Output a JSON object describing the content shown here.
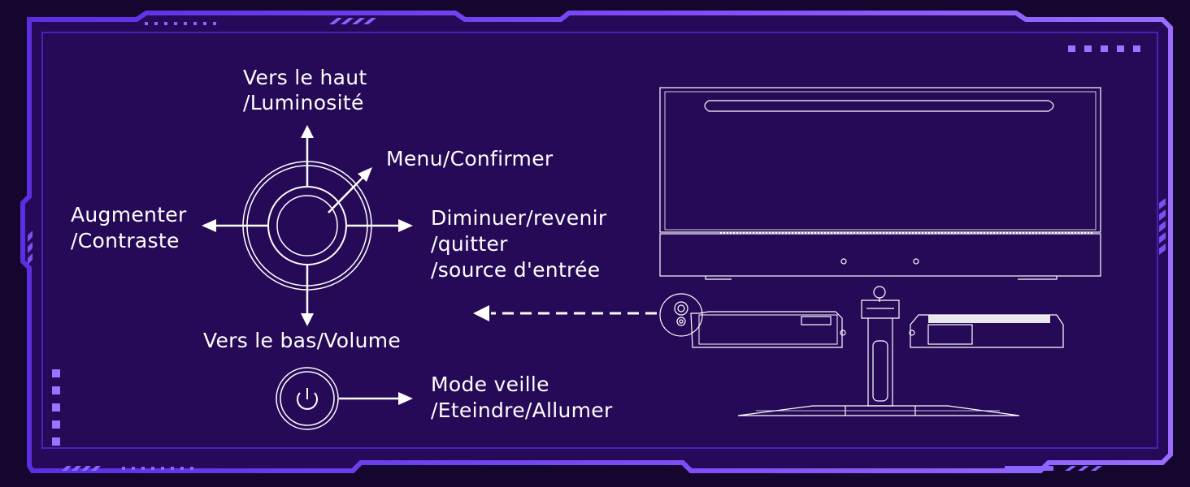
{
  "colors": {
    "background": "#14062e",
    "panel": "#2a0a5c",
    "frame": "#6a3cf0",
    "frame_glow": "#9a6cff",
    "line": "#ffffff"
  },
  "labels": {
    "up_line1": "Vers le haut",
    "up_line2": "/Luminosité",
    "menu": "Menu/Confirmer",
    "left_line1": "Augmenter",
    "left_line2": "/Contraste",
    "right_line1": "Diminuer/revenir",
    "right_line2": "/quitter",
    "right_line3": "/source d'entrée",
    "down": "Vers le bas/Volume",
    "power_line1": "Mode veille",
    "power_line2": "/Eteindre/Allumer"
  },
  "icons": {
    "joystick": "joystick-button-icon",
    "power": "power-icon",
    "monitor": "monitor-back-illustration"
  }
}
